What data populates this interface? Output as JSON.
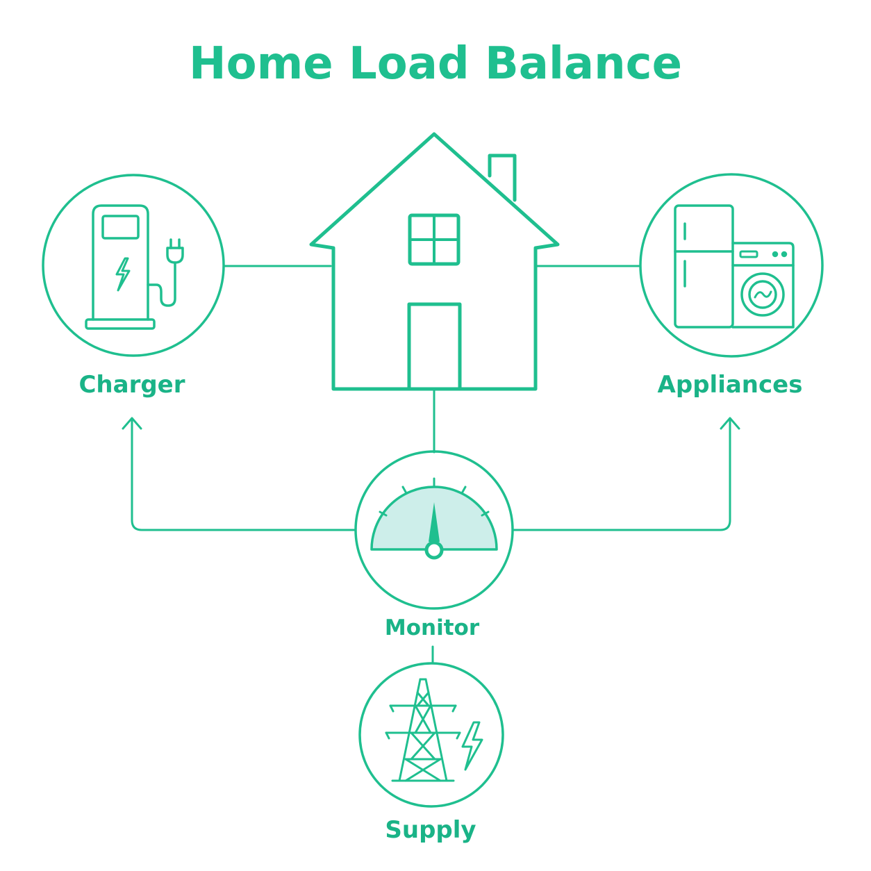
{
  "title": "Home Load Balance",
  "colors": {
    "accent": "#1fbf8f",
    "text": "#1ab387",
    "gauge_fill": "#cdeeea",
    "background": "#ffffff"
  },
  "nodes": {
    "home": {
      "icon": "house-icon"
    },
    "charger": {
      "label": "Charger",
      "icon": "ev-charger-icon"
    },
    "appliances": {
      "label": "Appliances",
      "icon": "appliances-icon"
    },
    "monitor": {
      "label": "Monitor",
      "icon": "gauge-meter-icon"
    },
    "supply": {
      "label": "Supply",
      "icon": "power-tower-icon"
    }
  }
}
